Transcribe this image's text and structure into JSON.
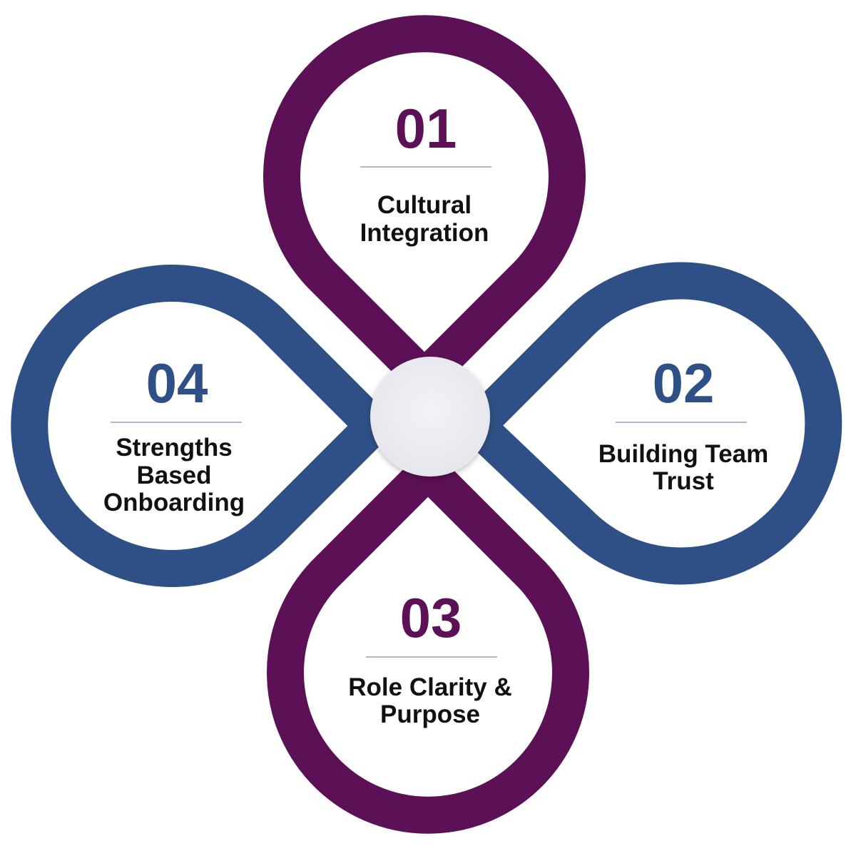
{
  "colors": {
    "purple": "#5c1056",
    "blue": "#2f5086",
    "hub": "#eceef2",
    "divider": "#b9b4c9",
    "text": "#111111"
  },
  "petals": [
    {
      "id": "top",
      "number": "01",
      "lines": [
        "Cultural",
        "Integration"
      ],
      "color": "purple"
    },
    {
      "id": "right",
      "number": "02",
      "lines": [
        "Building Team",
        "Trust"
      ],
      "color": "blue"
    },
    {
      "id": "bottom",
      "number": "03",
      "lines": [
        "Role Clarity &",
        "Purpose"
      ],
      "color": "purple"
    },
    {
      "id": "left",
      "number": "04",
      "lines": [
        "Strengths",
        "Based",
        "Onboarding"
      ],
      "color": "blue"
    }
  ]
}
